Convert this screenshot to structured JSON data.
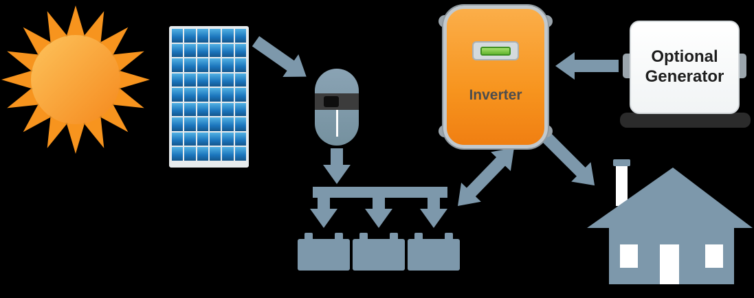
{
  "palette": {
    "background": "#000000",
    "slate": "#7D98AB",
    "slate_deep": "#6E8A9D",
    "orange": "#F7941E",
    "orange_light": "#FBAE49",
    "silver": "#C2C9CE",
    "silver_dark": "#9BA5AC",
    "led_green": "#62B52F",
    "led_green_dark": "#3E8F1F",
    "panel_blue": "#1B75BC",
    "panel_blue_light": "#52B2E4",
    "panel_frame": "#E8ECEE",
    "white": "#FFFFFF",
    "ink": "#1E1E1E",
    "inverter_text": "#4D4D4D",
    "controller_band": "#3C3C3C",
    "generator_shadow": "#2B2B2B",
    "sun_light": "#FDBE55",
    "sun_deep": "#F5891D"
  },
  "nodes": {
    "sun": {
      "icon": "sun-icon",
      "ray_count": 16
    },
    "solar_panel": {
      "icon": "solar-panel-icon",
      "cells_columns": 6,
      "cells_rows": 9
    },
    "charge_controller": {
      "icon": "charge-controller-icon"
    },
    "battery_bank": {
      "icon": "battery-bank-icon",
      "battery_count": 3
    },
    "inverter": {
      "label": "Inverter"
    },
    "generator": {
      "label": "Optional Generator"
    },
    "house": {
      "icon": "house-icon"
    }
  },
  "flows": [
    {
      "from": "solar_panel",
      "to": "charge_controller",
      "direction": "one-way"
    },
    {
      "from": "charge_controller",
      "to": "battery_bank",
      "direction": "one-way"
    },
    {
      "from": "battery_bank",
      "to": "inverter",
      "direction": "two-way"
    },
    {
      "from": "generator",
      "to": "inverter",
      "direction": "one-way"
    },
    {
      "from": "inverter",
      "to": "house",
      "direction": "one-way"
    }
  ]
}
